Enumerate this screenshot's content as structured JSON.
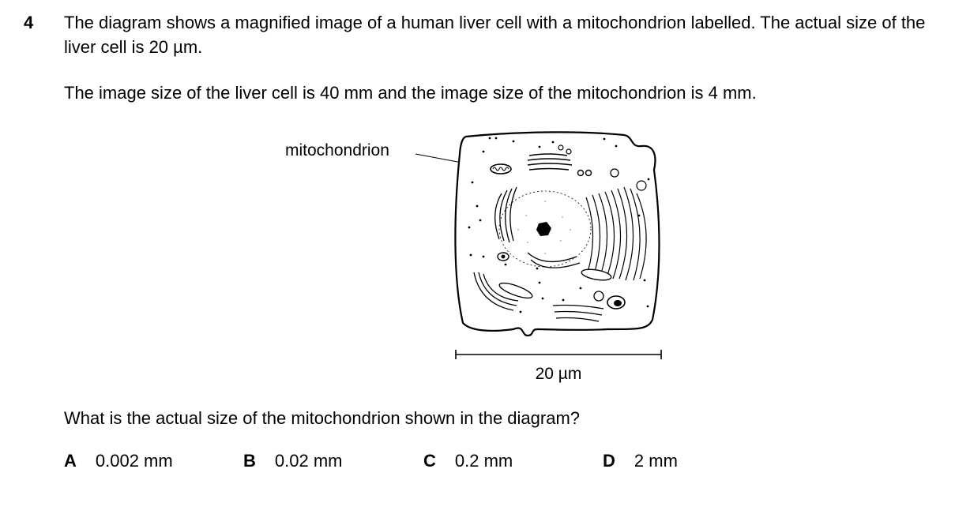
{
  "question": {
    "number": "4",
    "paragraph1": "The diagram shows a magnified image of a human liver cell with a mitochondrion labelled. The actual size of the liver cell is 20 µm.",
    "paragraph2": "The image size of the liver cell is 40 mm and the image size of the mitochondrion is 4 mm.",
    "prompt": "What is the actual size of the mitochondrion shown in the diagram?"
  },
  "figure": {
    "label_mitochondrion": "mitochondrion",
    "scale_label": "20 µm"
  },
  "options": [
    {
      "letter": "A",
      "value": "0.002 mm"
    },
    {
      "letter": "B",
      "value": "0.02 mm"
    },
    {
      "letter": "C",
      "value": "0.2 mm"
    },
    {
      "letter": "D",
      "value": "2 mm"
    }
  ]
}
